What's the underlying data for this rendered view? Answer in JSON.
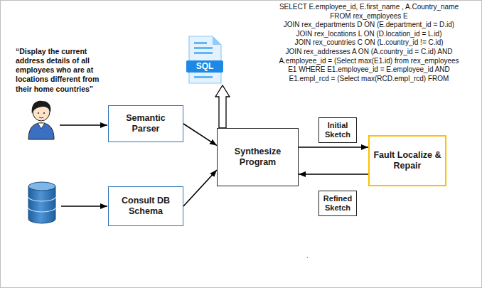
{
  "diagram": {
    "nodes": [
      {
        "text": [
          "SQL"
        ]
      },
      {
        "text": [
          "Semantic Parser"
        ]
      },
      {
        "text": [
          "Initial Sketch"
        ]
      },
      {
        "text": [
          "Synthesize Program"
        ]
      },
      {
        "text": [
          "Fault Localize & Repair"
        ]
      },
      {
        "text": [
          "Consult DB Schema"
        ]
      },
      {
        "text": [
          "Refined Sketch"
        ]
      }
    ],
    "edges": [
      {
        "from": 1,
        "to": 3,
        "arrow": "to"
      },
      {
        "from": 5,
        "to": 3,
        "arrow": "to"
      },
      {
        "from": 3,
        "to": 4,
        "arrow": "to"
      },
      {
        "from": 4,
        "to": 3,
        "arrow": "to"
      },
      {
        "from": 3,
        "to": 0,
        "arrow": "to"
      }
    ],
    "labels": [
      "“Display the current address details of all employees who are at locations different from their home countries”",
      "SELECT E.employee_id, E.first_name , A.Country_name",
      "FROM rex_employees E",
      "JOIN rex_departments D ON (E.department_id = D.id)",
      "JOIN rex_locations L ON (D.location_id = L.id)",
      "JOIN rex_countries C ON (L.country_id != C.id)",
      "JOIN rex_addresses A ON (A.country_id = C.id) AND",
      "A.employee_id = (Select max(E1.id) from rex_employees",
      "E1 WHERE E1.employee_id = E.employee_id AND",
      "E1.empl_rcd = (Select max(RCD.empl_rcd) FROM",
      "."
    ]
  }
}
